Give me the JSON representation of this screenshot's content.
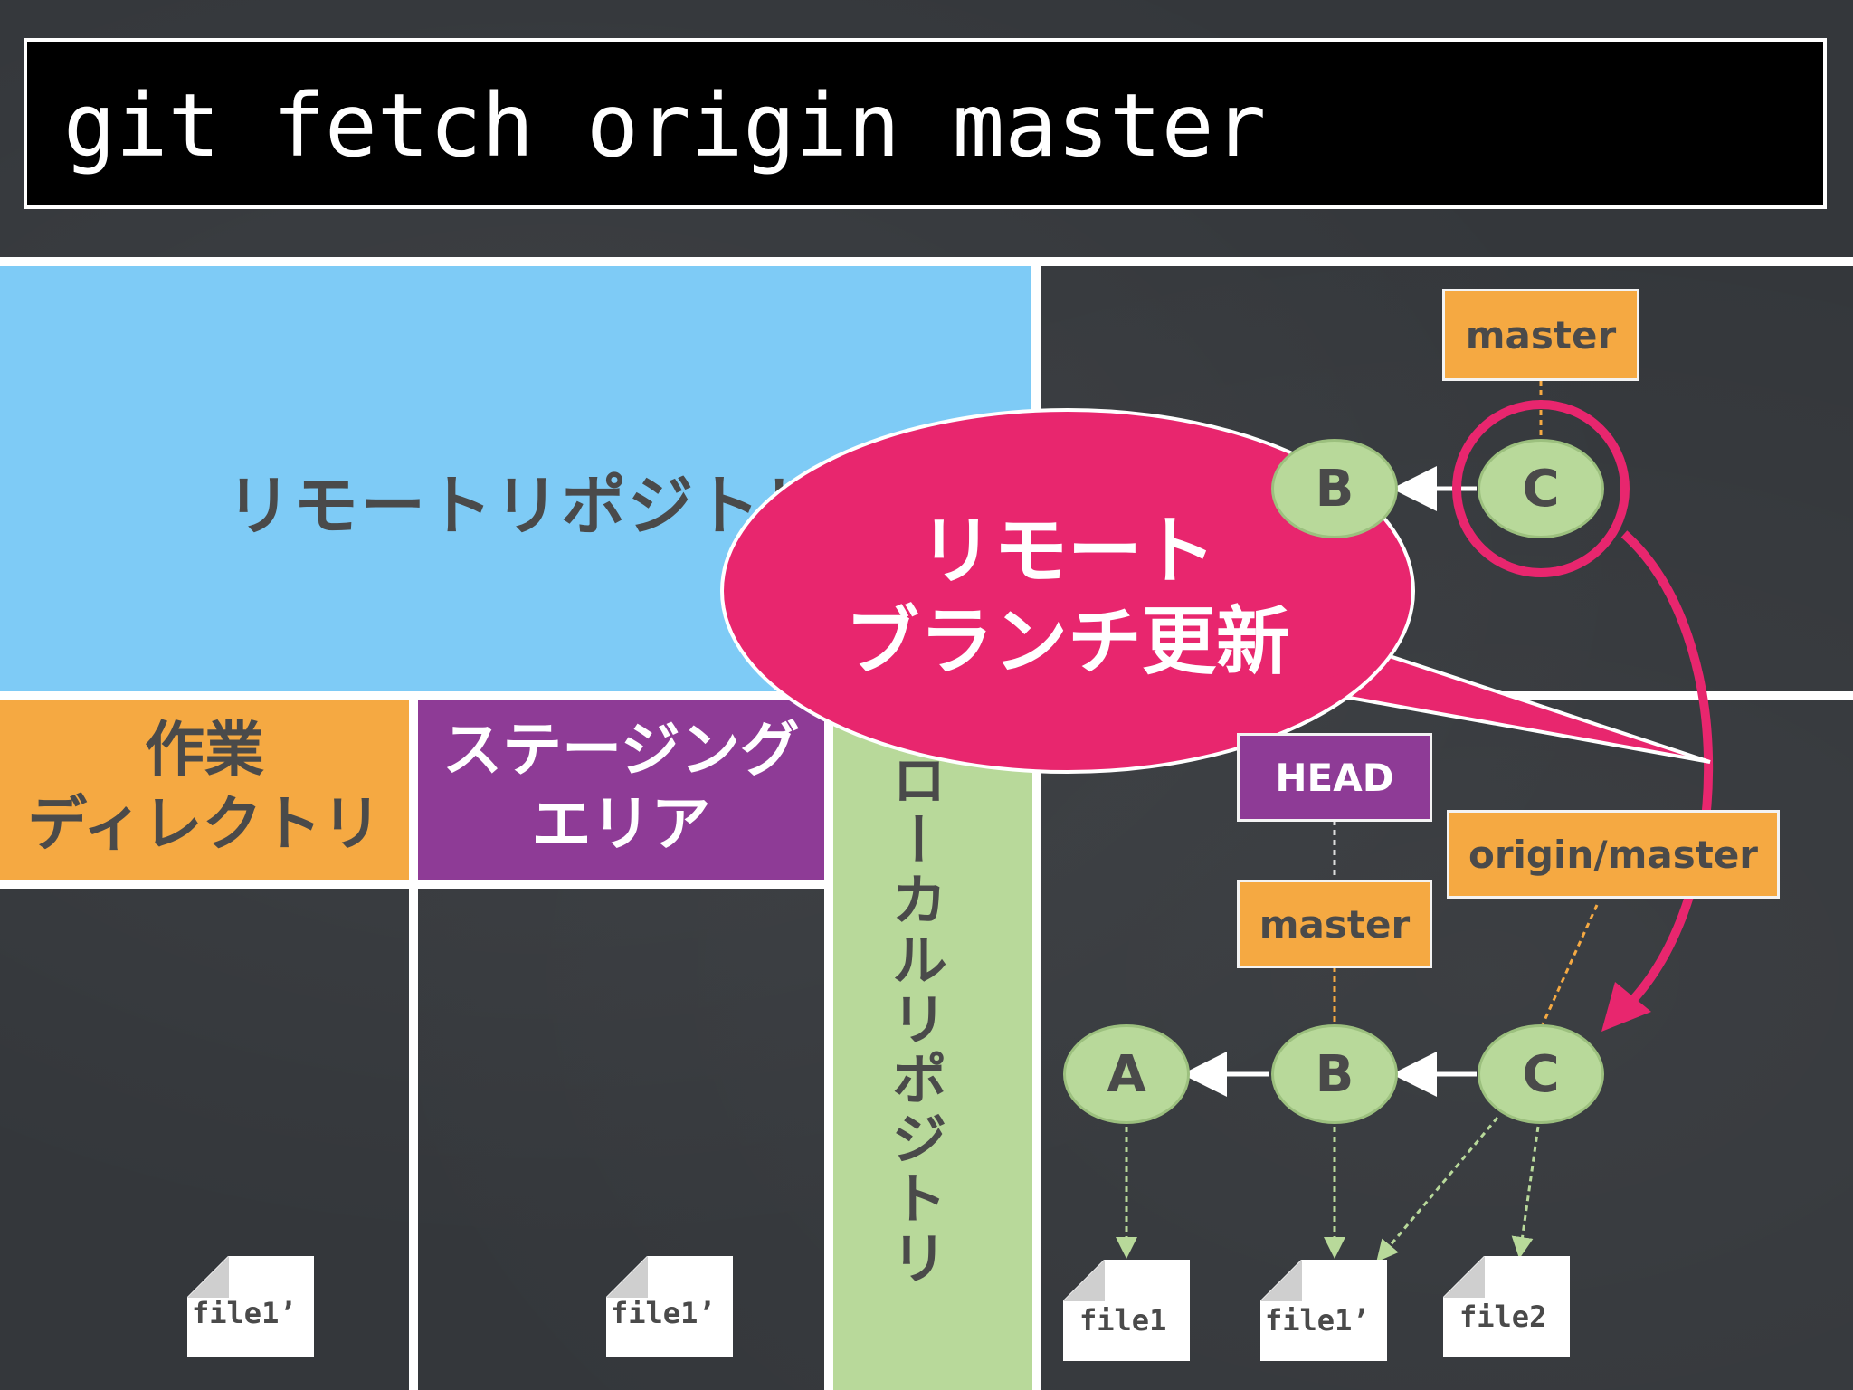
{
  "command": "git fetch origin master",
  "areas": {
    "remote_repository": "リモートリポジトリ",
    "working_directory": "作業\nディレクトリ",
    "staging_area": "ステージング\nエリア",
    "local_repository": "ローカルリポジトリ"
  },
  "remote_graph": {
    "branch_tag": "master",
    "commits": [
      "B",
      "C"
    ]
  },
  "local_graph": {
    "head_tag": "HEAD",
    "branch_tag": "master",
    "remote_tracking_tag": "origin/master",
    "commits": [
      "A",
      "B",
      "C"
    ]
  },
  "files": {
    "workdir_file": "file1’",
    "staging_file": "file1’",
    "commit_a_file": "file1",
    "commit_b_file": "file1’",
    "commit_c_file": "file2"
  },
  "callout": "リモート\nブランチ更新",
  "colors": {
    "blackboard": "#34373b",
    "remote": "#7ecbf6",
    "workdir": "#f5a942",
    "staging": "#8e3b96",
    "local": "#b8d99a",
    "callout": "#e8266e"
  }
}
